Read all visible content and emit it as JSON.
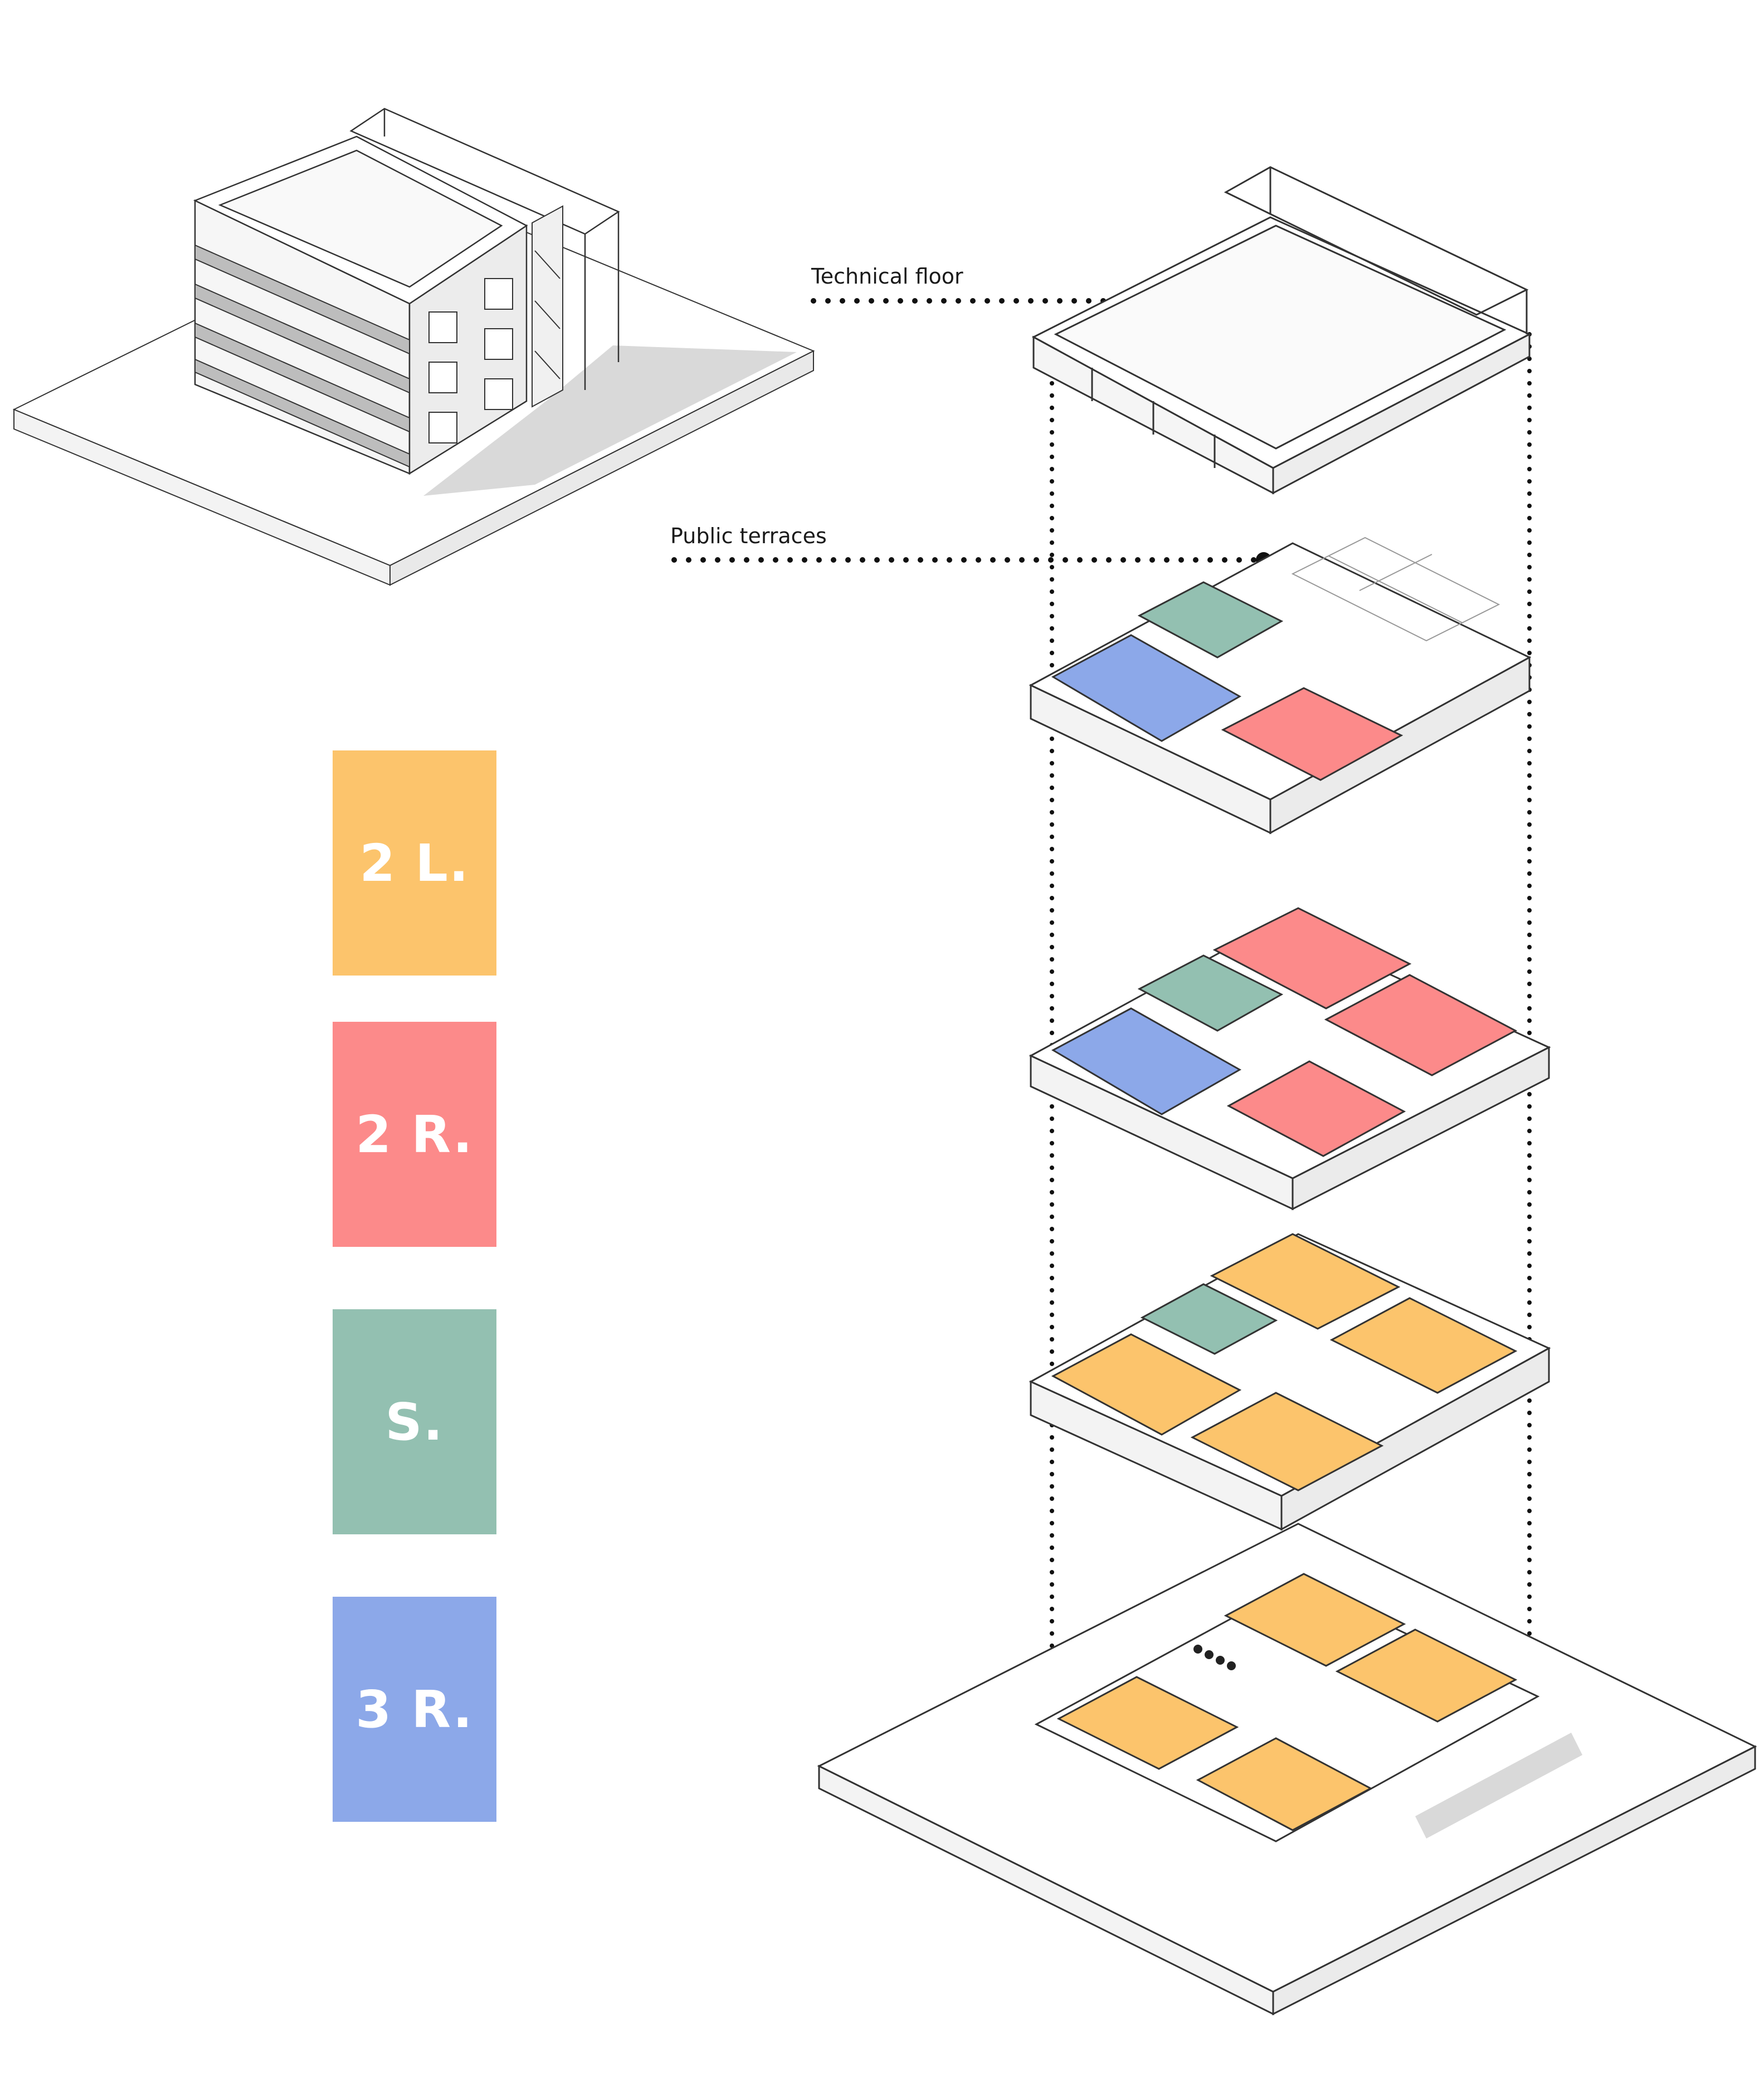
{
  "callouts": {
    "technical_floor": "Technical floor",
    "public_terraces": "Public terraces"
  },
  "legend": [
    {
      "label": "2 L.",
      "color": "#FCC46C"
    },
    {
      "label": "2 R.",
      "color": "#FC8A8A"
    },
    {
      "label": "S.",
      "color": "#93C0B1"
    },
    {
      "label": "3 R.",
      "color": "#8CA8E9"
    }
  ],
  "colors": {
    "line": "#222222",
    "ground_shadow": "#d9d9d9",
    "slab_top": "#ffffff",
    "slab_side": "#ededed",
    "slab_front": "#f5f5f5"
  }
}
